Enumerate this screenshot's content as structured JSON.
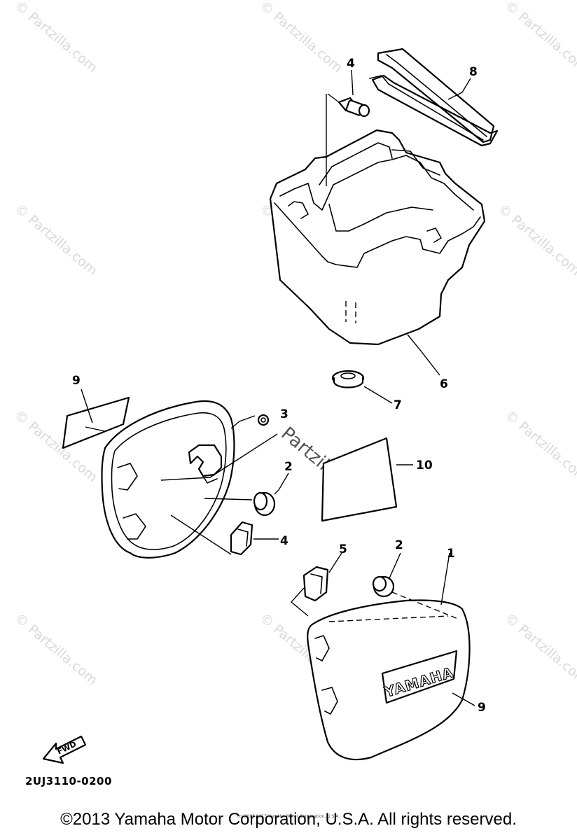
{
  "diagram": {
    "callouts": [
      {
        "id": "callout-1",
        "text": "1"
      },
      {
        "id": "callout-2a",
        "text": "2"
      },
      {
        "id": "callout-2b",
        "text": "2"
      },
      {
        "id": "callout-3",
        "text": "3"
      },
      {
        "id": "callout-4a",
        "text": "4"
      },
      {
        "id": "callout-4b",
        "text": "4"
      },
      {
        "id": "callout-5",
        "text": "5"
      },
      {
        "id": "callout-6",
        "text": "6"
      },
      {
        "id": "callout-7",
        "text": "7"
      },
      {
        "id": "callout-8",
        "text": "8"
      },
      {
        "id": "callout-9a",
        "text": "9"
      },
      {
        "id": "callout-9b",
        "text": "9"
      },
      {
        "id": "callout-10",
        "text": "10"
      }
    ],
    "emblem_text": "YAMAHA",
    "fwd_label": "FWD",
    "diagram_code": "2UJ3110-0200"
  },
  "watermark": {
    "text": "© Partzilla.com",
    "center_text": "Partzilla.com"
  },
  "footer": {
    "copyright": "©2013 Yamaha Motor Corporation, U.S.A. All rights reserved.",
    "small_copyright": "(c) 2005-2015 Yamaha Motor Corporation, U.S.A."
  }
}
